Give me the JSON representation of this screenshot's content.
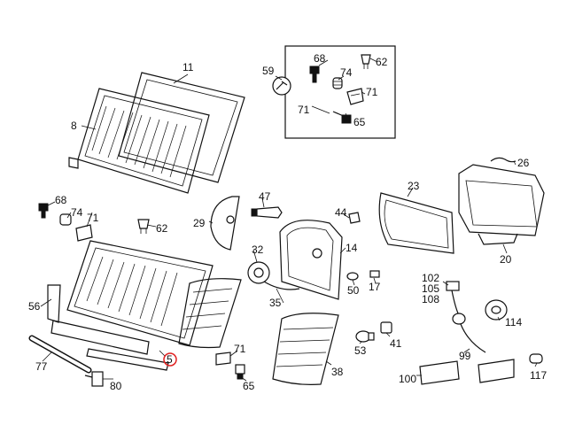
{
  "callouts": {
    "c5": "5",
    "c8": "8",
    "c11": "11",
    "c14": "14",
    "c17": "17",
    "c20": "20",
    "c23": "23",
    "c26": "26",
    "c29": "29",
    "c32": "32",
    "c35": "35",
    "c38": "38",
    "c41": "41",
    "c44": "44",
    "c47": "47",
    "c50": "50",
    "c53": "53",
    "c56": "56",
    "c59": "59",
    "c62a": "62",
    "c62b": "62",
    "c65a": "65",
    "c65b": "65",
    "c68a": "68",
    "c68b": "68",
    "c71a": "71",
    "c71b": "71",
    "c71c": "71",
    "c71d": "71",
    "c74a": "74",
    "c74b": "74",
    "c77": "77",
    "c80": "80",
    "c99": "99",
    "c100": "100",
    "c102": "102",
    "c105": "105",
    "c108": "108",
    "c114": "114",
    "c117": "117"
  },
  "highlight": {
    "color": "#e02020",
    "callout": "5"
  }
}
